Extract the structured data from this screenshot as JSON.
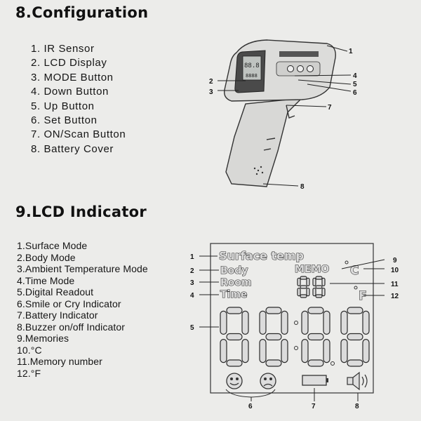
{
  "sections": [
    {
      "heading": "8.Configuration",
      "items": [
        "1. IR Sensor",
        "2. LCD Display",
        "3. MODE Button",
        "4. Down Button",
        "5. Up Button",
        "6. Set Button",
        "7. ON/Scan Button",
        "8. Battery Cover"
      ]
    },
    {
      "heading": "9.LCD Indicator",
      "items": [
        "1.Surface Mode",
        "2.Body Mode",
        "3.Ambient Temperature Mode",
        "4.Time Mode",
        "5.Digital Readout",
        "6.Smile or Cry Indicator",
        "7.Battery Indicator",
        "8.Buzzer on/off Indicator",
        "9.Memories",
        "10.°C",
        "11.Memory number",
        "12.°F"
      ]
    }
  ],
  "device_figure": {
    "callouts": [
      "1",
      "2",
      "3",
      "4",
      "5",
      "6",
      "7",
      "8"
    ]
  },
  "lcd_figure": {
    "callouts": [
      "1",
      "2",
      "3",
      "4",
      "5",
      "6",
      "7",
      "8",
      "9",
      "10",
      "11",
      "12"
    ],
    "text": {
      "surface": "Surface temp",
      "body": "Body",
      "room": "Room",
      "time": "Time",
      "memo": "MEMO",
      "celsius": "C",
      "fahrenheit": "F"
    }
  }
}
